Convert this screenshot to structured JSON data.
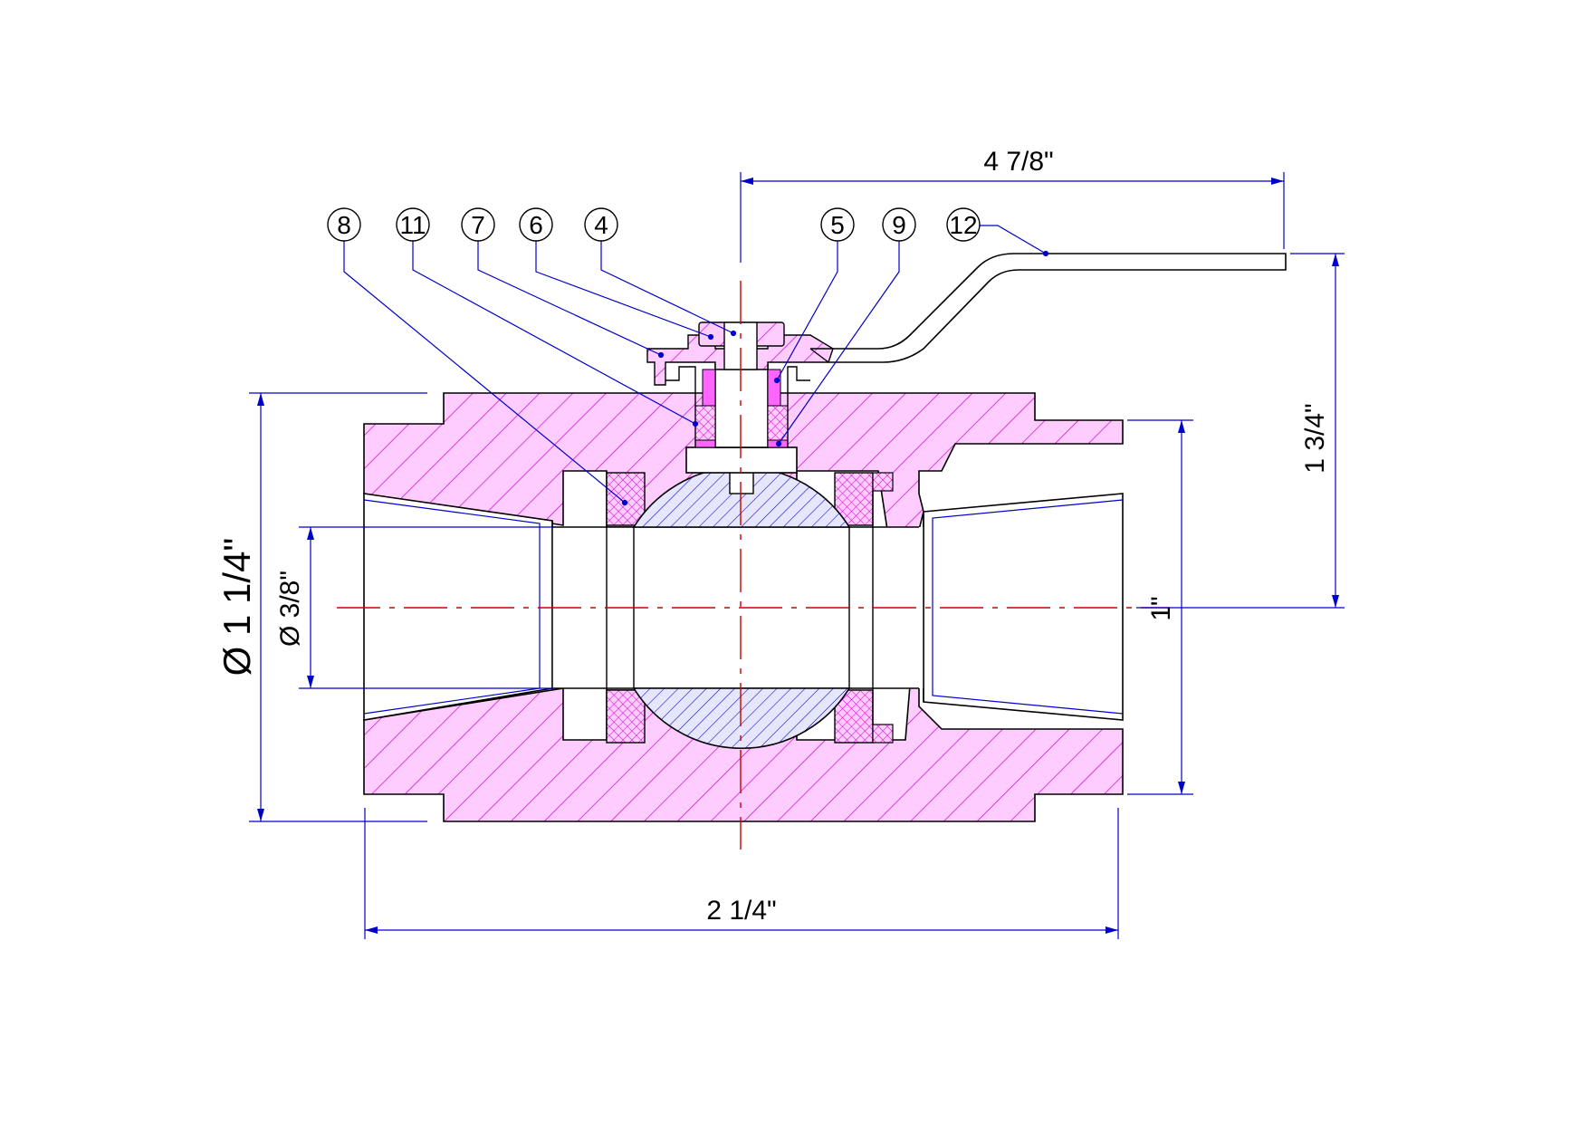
{
  "colors": {
    "outline": "#000000",
    "dimension": "#0000cc",
    "centerline": "#cc0000",
    "hatch": "#cc00cc",
    "hatch_fill": "#ffccff",
    "ball_hatch": "#0000cc"
  },
  "balloons": [
    {
      "id": "b8",
      "label": "8"
    },
    {
      "id": "b11",
      "label": "11"
    },
    {
      "id": "b7",
      "label": "7"
    },
    {
      "id": "b6",
      "label": "6"
    },
    {
      "id": "b4",
      "label": "4"
    },
    {
      "id": "b5",
      "label": "5"
    },
    {
      "id": "b9",
      "label": "9"
    },
    {
      "id": "b12",
      "label": "12"
    }
  ],
  "dimensions": {
    "handle_length": "4 7/8\"",
    "handle_height": "1 3/4\"",
    "outer_diameter": "Ø 1 1/4\"",
    "bore_diameter": "Ø 3/8\"",
    "end_height": "1\"",
    "overall_length": "2 1/4\""
  }
}
